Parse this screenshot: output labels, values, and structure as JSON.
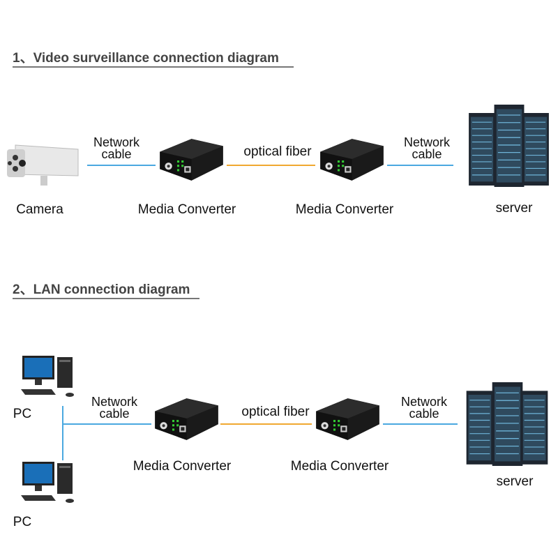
{
  "colors": {
    "network_cable": "#4aa8e0",
    "optical_fiber": "#f0a830",
    "heading": "#444444"
  },
  "section1": {
    "heading": "1、Video surveillance connection diagram",
    "camera_label": "Camera",
    "cable1": [
      "Network",
      "cable"
    ],
    "converter1_label": "Media Converter",
    "fiber_label": "optical fiber",
    "converter2_label": "Media Converter",
    "cable2": [
      "Network",
      "cable"
    ],
    "server_label": "server"
  },
  "section2": {
    "heading": "2、LAN connection diagram",
    "pc1_label": "PC",
    "pc2_label": "PC",
    "cable1": [
      "Network",
      "cable"
    ],
    "converter1_label": "Media Converter",
    "fiber_label": "optical fiber",
    "converter2_label": "Media Converter",
    "cable2": [
      "Network",
      "cable"
    ],
    "server_label": "server"
  }
}
